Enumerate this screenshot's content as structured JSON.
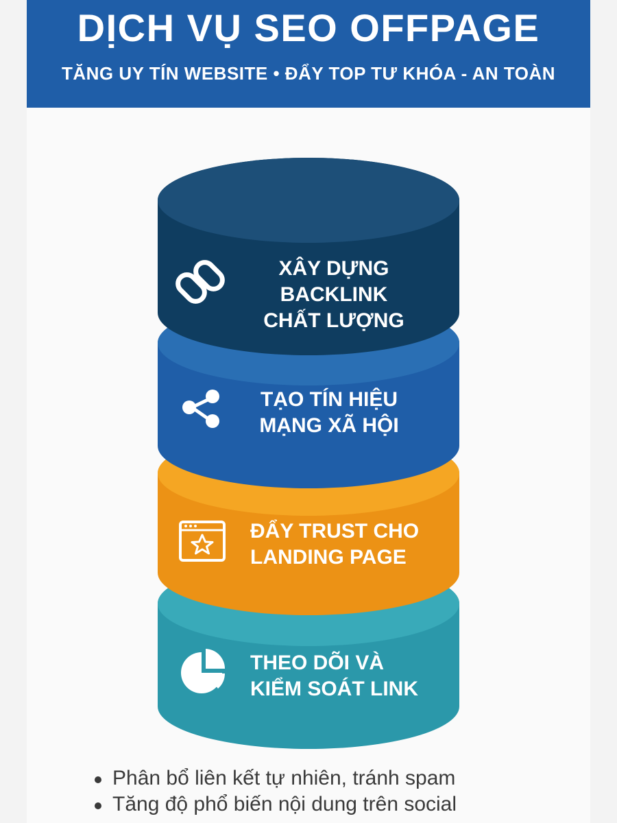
{
  "header": {
    "title": "DỊCH VỤ SEO OFFPAGE",
    "subtitle": "TĂNG UY TÍN WEBSITE • ĐẨY TOP TƯ KHÓA - AN TOÀN"
  },
  "layers": [
    {
      "label": "XÂY DỰNG\nBACKLINK\nCHẤT LƯỢNG",
      "icon": "link-icon",
      "top_color": "#1d4f78",
      "body_color": "#0f3d60"
    },
    {
      "label": "TẠO TÍN HIỆU\nMẠNG XÃ HỘI",
      "icon": "share-icon",
      "top_color": "#2a6fb4",
      "body_color": "#1f5ea8"
    },
    {
      "label": "ĐẨY TRUST CHO\nLANDING PAGE",
      "icon": "landing-page-star-icon",
      "top_color": "#f5a623",
      "body_color": "#ec9215"
    },
    {
      "label": "THEO DÕI VÀ\nKIỂM SOÁT LINK",
      "icon": "pie-chart-icon",
      "top_color": "#39aab9",
      "body_color": "#2b98aa"
    }
  ],
  "bullets": [
    "Phân bổ liên kết tự nhiên, tránh spam",
    "Tăng độ phổ biến nội dung trên social"
  ]
}
